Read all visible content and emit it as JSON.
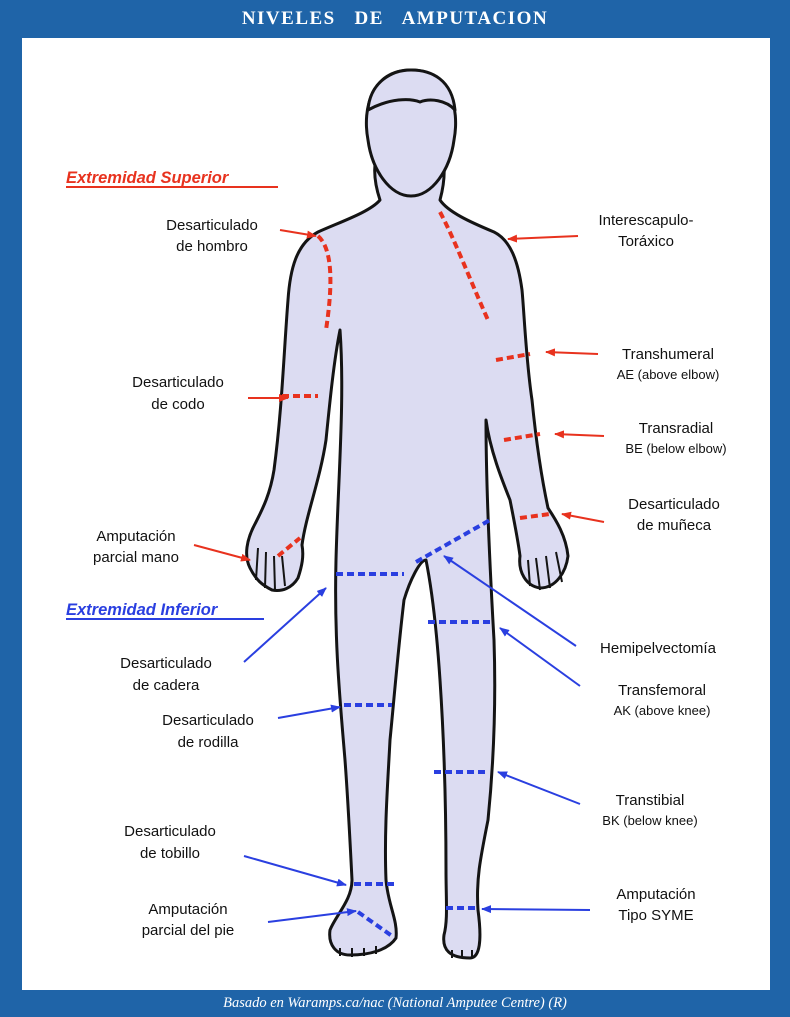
{
  "title": "NIVELES   DE   AMPUTACION",
  "footer": "Basado en Waramps.ca/nac (National Amputee Centre) (R)",
  "colors": {
    "frame": "#1f64a8",
    "upper": "#e8321e",
    "lower": "#2a3fe0",
    "body_fill": "#dcdcf2",
    "body_stroke": "#141414"
  },
  "sections": {
    "upper": "Extremidad Superior",
    "lower": "Extremidad Inferior"
  },
  "labels": {
    "hombro": [
      "Desarticulado",
      "de hombro"
    ],
    "interescapulo": [
      "Interescapulo-",
      "Toráxico"
    ],
    "codo": [
      "Desarticulado",
      "de codo"
    ],
    "transhumeral": [
      "Transhumeral",
      "AE (above elbow)"
    ],
    "transradial": [
      "Transradial",
      "BE (below elbow)"
    ],
    "muneca": [
      "Desarticulado",
      "de muñeca"
    ],
    "mano": [
      "Amputación",
      "parcial mano"
    ],
    "hemipelvectomia": [
      "Hemipelvectomía"
    ],
    "cadera": [
      "Desarticulado",
      "de cadera"
    ],
    "transfemoral": [
      "Transfemoral",
      "AK (above knee)"
    ],
    "rodilla": [
      "Desarticulado",
      "de rodilla"
    ],
    "transtibial": [
      "Transtibial",
      "BK (below knee)"
    ],
    "tobillo": [
      "Desarticulado",
      "de tobillo"
    ],
    "syme": [
      "Amputación",
      "Tipo SYME"
    ],
    "pie": [
      "Amputación",
      "parcial del pie"
    ]
  }
}
